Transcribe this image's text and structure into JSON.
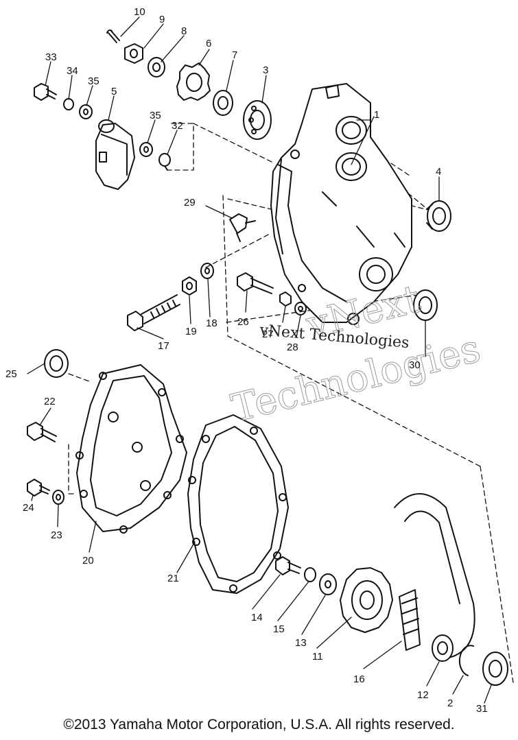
{
  "callouts": [
    "1",
    "2",
    "3",
    "4",
    "5",
    "6",
    "7",
    "8",
    "9",
    "10",
    "11",
    "12",
    "13",
    "14",
    "15",
    "16",
    "17",
    "18",
    "19",
    "20",
    "21",
    "22",
    "23",
    "24",
    "25",
    "26",
    "27",
    "28",
    "29",
    "30",
    "31",
    "32",
    "33",
    "34",
    "35"
  ],
  "watermark": {
    "small": "vNext Technologies",
    "large_top": "vNext",
    "large_bottom": "Technologies"
  },
  "copyright": "©2013 Yamaha Motor Corporation, U.S.A. All rights reserved."
}
